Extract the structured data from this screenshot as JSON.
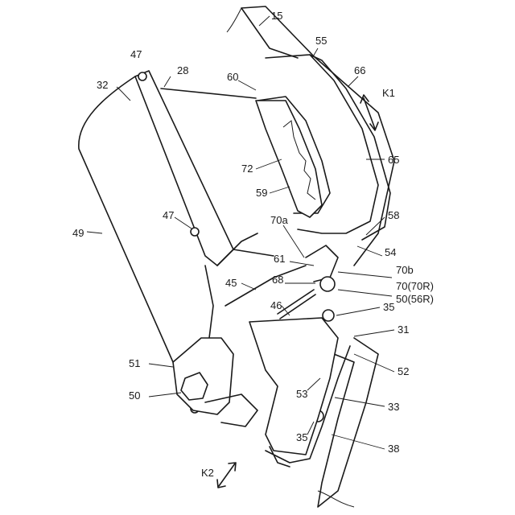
{
  "labels": {
    "l15": "15",
    "l55": "55",
    "l60": "60",
    "l66": "66",
    "lK1": "K1",
    "l28": "28",
    "l47a": "47",
    "l32": "32",
    "l65": "65",
    "l72": "72",
    "l59": "59",
    "l47b": "47",
    "l58": "58",
    "l49": "49",
    "l70a": "70a",
    "l54": "54",
    "l61": "61",
    "l70b": "70b",
    "l70": "70(70R)",
    "l45": "45",
    "l68": "68",
    "l50R": "50(56R)",
    "l46": "46",
    "l35a": "35",
    "l31": "31",
    "l51": "51",
    "l52": "52",
    "l53": "53",
    "l50": "50",
    "l33": "33",
    "l35b": "35",
    "l38": "38",
    "lK2": "K2"
  },
  "colors": {
    "line": "#1a1a1a",
    "background": "#ffffff"
  }
}
